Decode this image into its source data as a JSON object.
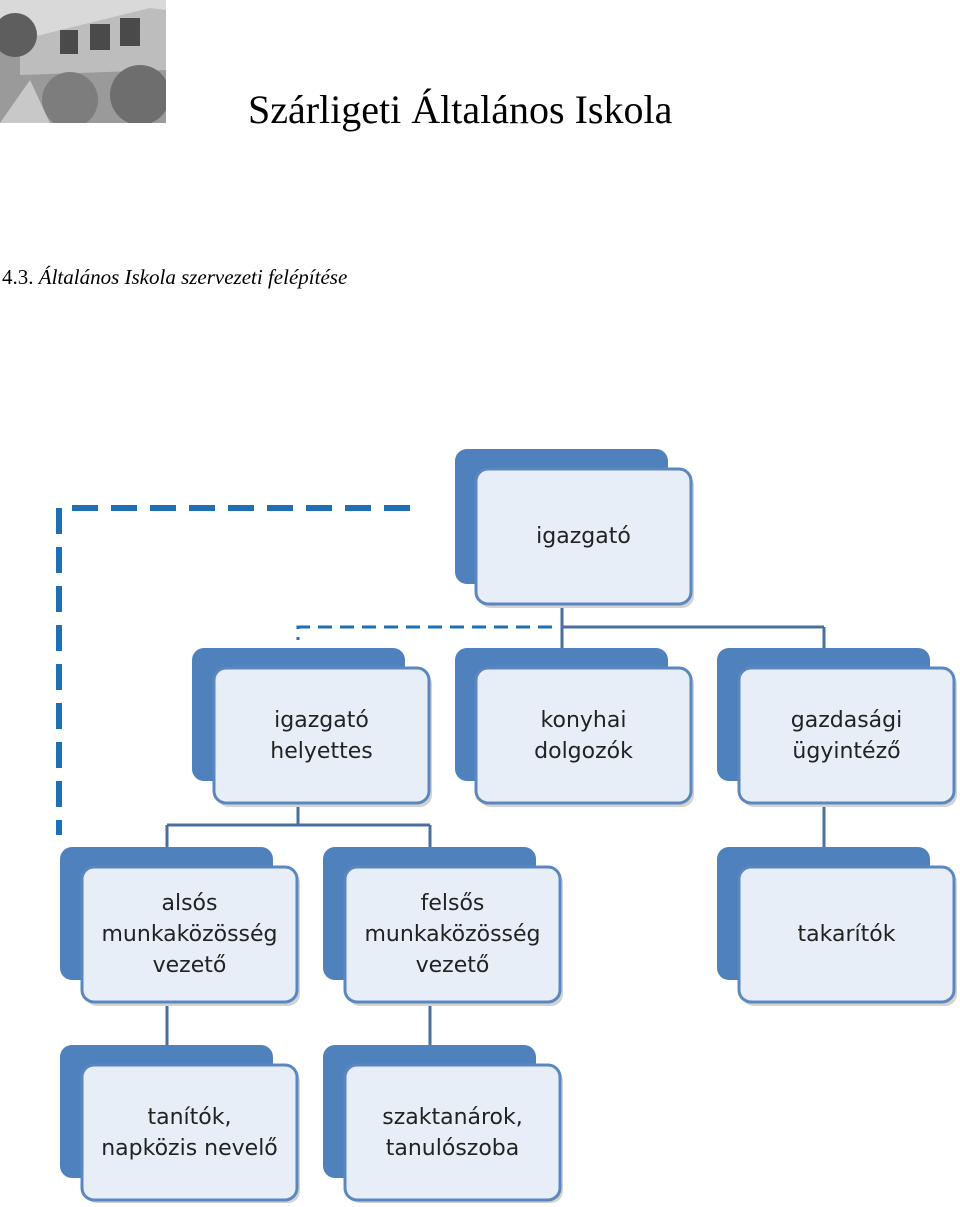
{
  "header": {
    "school_name": "Szárligeti Általános Iskola",
    "section_number": "4.3.",
    "section_title": "Általános  Iskola szervezeti felépítése"
  },
  "colors": {
    "box_back": "#4f81bd",
    "box_front": "#e8eef7",
    "box_border": "#5b87c0",
    "connector": "#4a6f9f",
    "dashed_connector": "#1f6fb5",
    "shadow": "#d0d0d0"
  },
  "org_chart": {
    "nodes": {
      "igazgato": "igazgató",
      "igazgato_helyettes": "igazgató\nhelyettes",
      "konyhai_dolgozok": "konyhai\ndolgozók",
      "gazdasagi_ugyintezo": "gazdasági\nügyintéző",
      "also_munkakozosseg": "alsós\nmunkaközösség\nvezető",
      "felso_munkakozosseg": "felsős\nmunkaközösség\nvezető",
      "takaritok": "takarítók",
      "tanitok": "tanítók,\nnapközis nevelő",
      "szaktanarok": "szaktanárok,\ntanulószoba"
    }
  }
}
